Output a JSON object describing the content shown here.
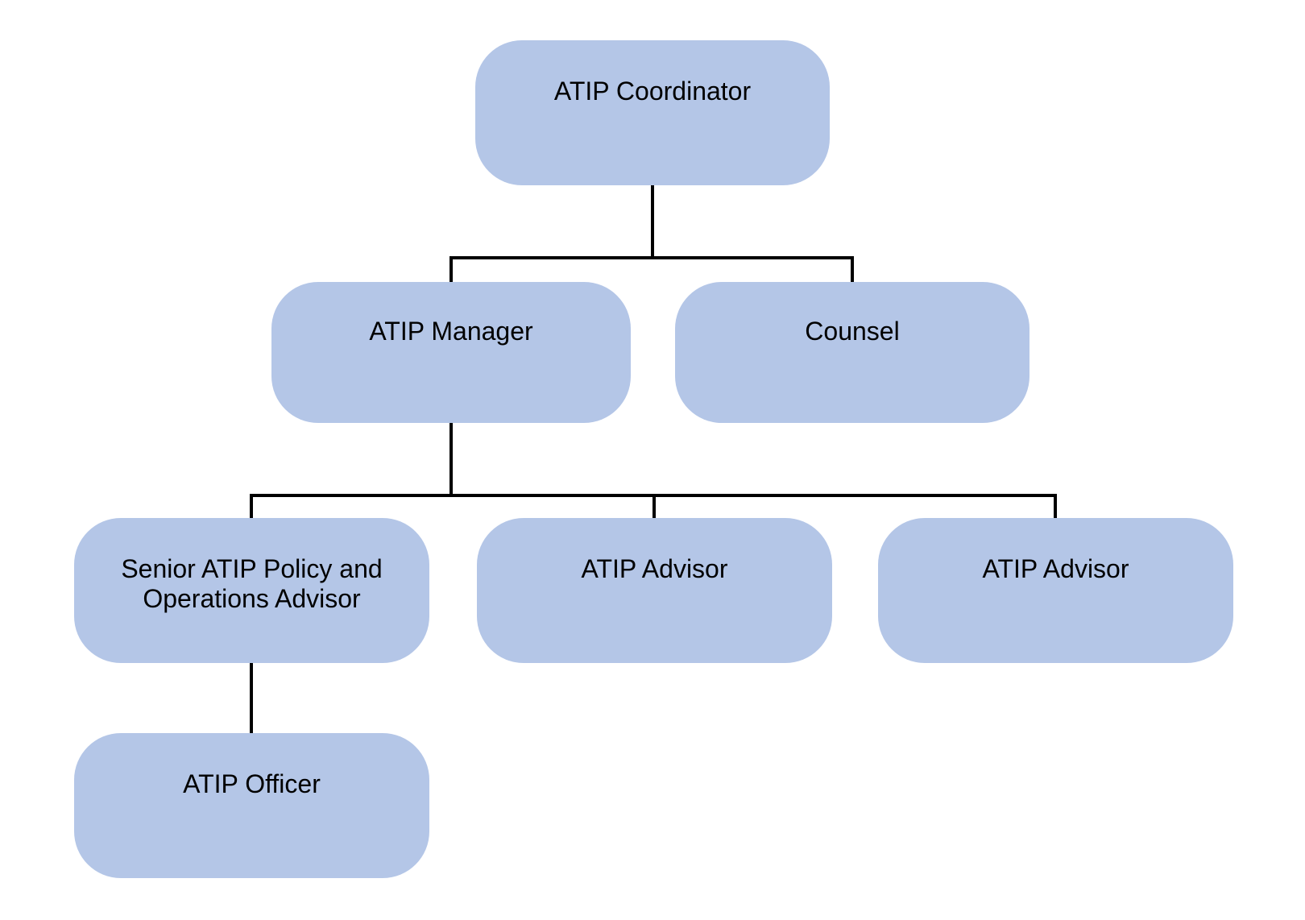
{
  "org_chart": {
    "type": "org-chart-diagram",
    "nodes": [
      {
        "id": "atip-coordinator",
        "label": "ATIP Coordinator",
        "level": 1,
        "reports_to": null
      },
      {
        "id": "atip-manager",
        "label": "ATIP Manager",
        "level": 2,
        "reports_to": "atip-coordinator"
      },
      {
        "id": "counsel",
        "label": "Counsel",
        "level": 2,
        "reports_to": "atip-coordinator"
      },
      {
        "id": "senior-atip-policy-and-operations-advisor",
        "label": "Senior ATIP Policy and Operations Advisor",
        "level": 3,
        "reports_to": "atip-manager"
      },
      {
        "id": "atip-advisor-1",
        "label": "ATIP Advisor",
        "level": 3,
        "reports_to": "atip-manager"
      },
      {
        "id": "atip-advisor-2",
        "label": "ATIP Advisor",
        "level": 3,
        "reports_to": "atip-manager"
      },
      {
        "id": "atip-officer",
        "label": "ATIP Officer",
        "level": 4,
        "reports_to": "senior-atip-policy-and-operations-advisor"
      }
    ],
    "edges": [
      {
        "from": "atip-coordinator",
        "to": "atip-manager"
      },
      {
        "from": "atip-coordinator",
        "to": "counsel"
      },
      {
        "from": "atip-manager",
        "to": "senior-atip-policy-and-operations-advisor"
      },
      {
        "from": "atip-manager",
        "to": "atip-advisor-1"
      },
      {
        "from": "atip-manager",
        "to": "atip-advisor-2"
      },
      {
        "from": "senior-atip-policy-and-operations-advisor",
        "to": "atip-officer"
      }
    ],
    "colors": {
      "node_fill": "#b4c6e7",
      "connector": "#000000",
      "text": "#000000",
      "background": "#ffffff"
    }
  }
}
